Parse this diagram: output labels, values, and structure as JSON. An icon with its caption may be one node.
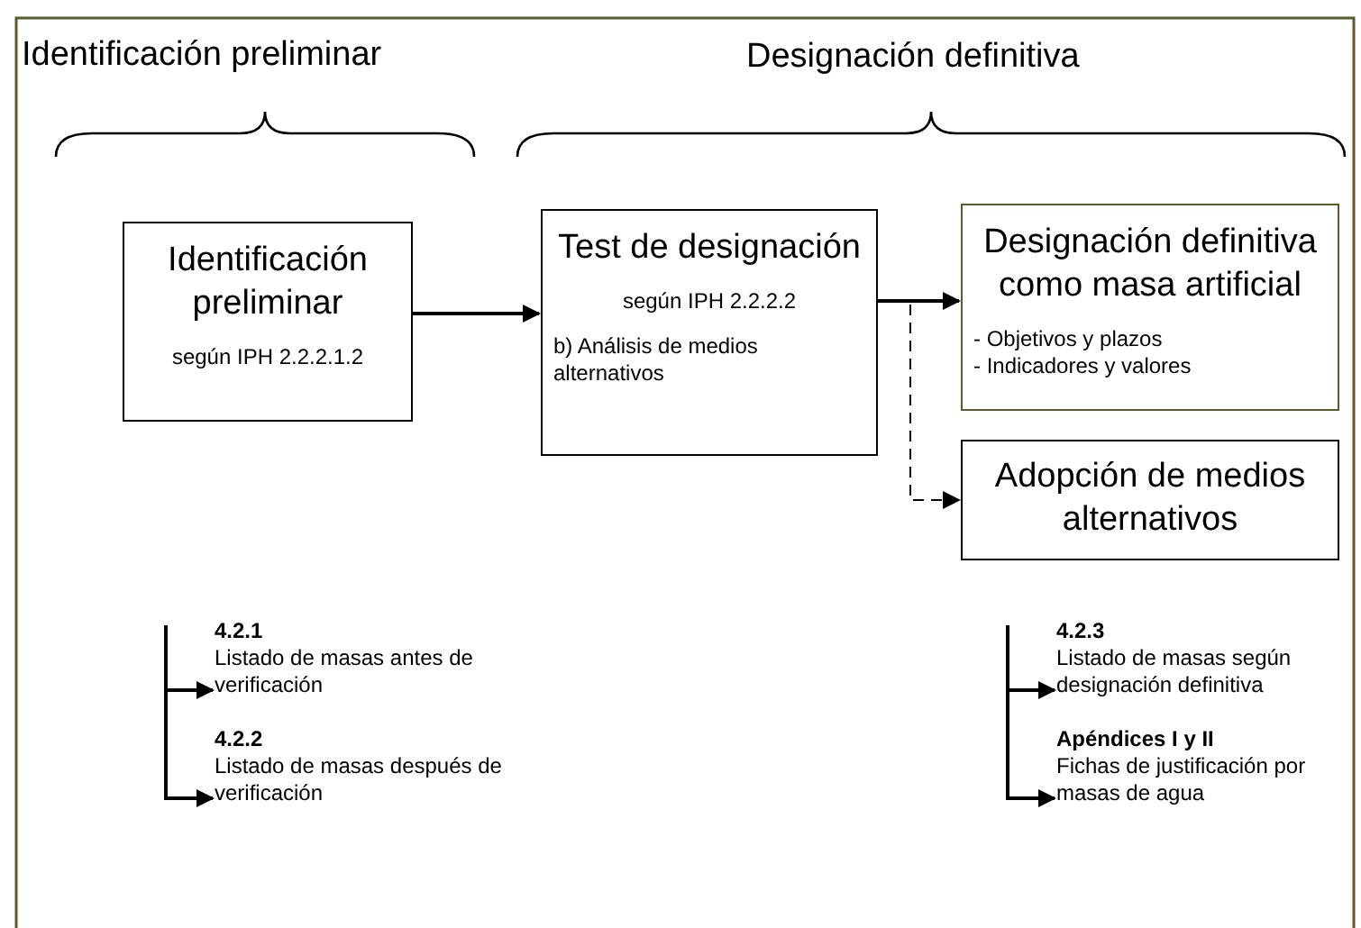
{
  "diagram": {
    "nodes": [
      {
        "text": [
          "Identificación preliminar",
          "según IPH 2.2.2.1.2"
        ]
      },
      {
        "text": [
          "Test de designación",
          "según IPH 2.2.2.2",
          "b) Análisis de medios alternativos"
        ]
      },
      {
        "text": [
          "Designación definitiva como masa artificial",
          "- Objetivos y plazos",
          "- Indicadores y valores"
        ]
      },
      {
        "text": [
          "Adopción de medios alternativos"
        ]
      },
      {
        "text": [
          "4.2.1",
          "Listado de masas antes de verificación"
        ]
      },
      {
        "text": [
          "4.2.2",
          "Listado de masas después de verificación"
        ]
      },
      {
        "text": [
          "4.2.3",
          "Listado de masas según designación definitiva"
        ]
      },
      {
        "text": [
          "Apéndices I y II",
          "Fichas de justificación por masas de agua"
        ]
      }
    ],
    "edges": [
      {
        "from": 0,
        "to": 1,
        "arrow": "to"
      },
      {
        "from": 1,
        "to": 2,
        "arrow": "to"
      },
      {
        "from": 1,
        "to": 3,
        "arrow": "to",
        "style": "dashed"
      },
      {
        "from": null,
        "to": 4,
        "arrow": "to"
      },
      {
        "from": null,
        "to": 5,
        "arrow": "to"
      },
      {
        "from": null,
        "to": 6,
        "arrow": "to"
      },
      {
        "from": null,
        "to": 7,
        "arrow": "to"
      }
    ],
    "labels": [
      "Identificación preliminar",
      "Designación definitiva"
    ]
  }
}
